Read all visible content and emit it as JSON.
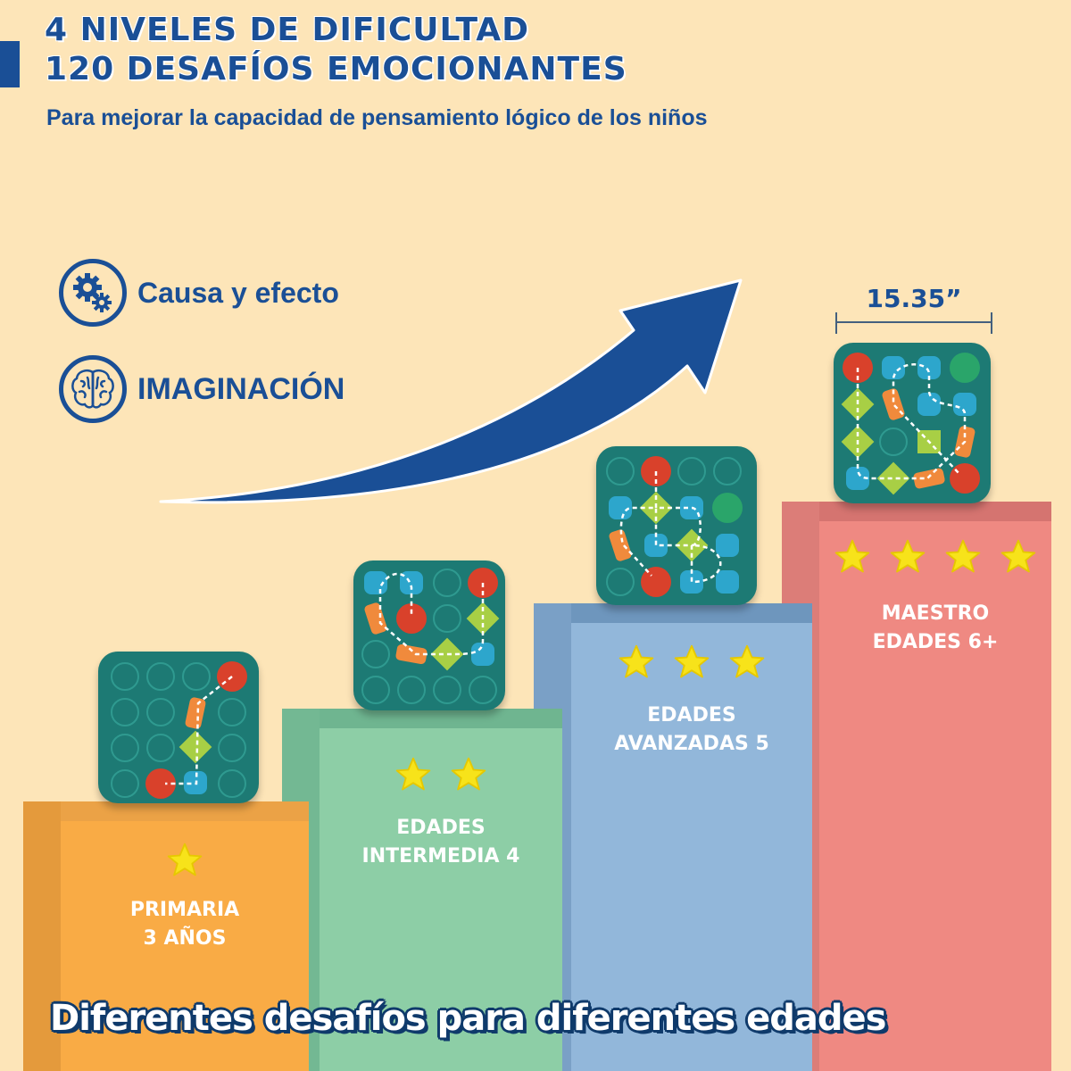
{
  "header": {
    "title_line1": "4 NIVELES DE DIFICULTAD",
    "title_line2": "120 DESAFÍOS EMOCIONANTES",
    "subtitle": "Para mejorar la capacidad de pensamiento lógico de los niños"
  },
  "features": [
    {
      "icon": "gears-icon",
      "label": "Causa y efecto"
    },
    {
      "icon": "brain-icon",
      "label": "IMAGINACIÓN"
    }
  ],
  "dimension": {
    "label": "15.35”"
  },
  "levels": [
    {
      "name": "PRIMARIA",
      "age": "3 AÑOS",
      "stars": 1,
      "color": "#f9ab45"
    },
    {
      "name": "EDADES",
      "age": "INTERMEDIA 4",
      "stars": 2,
      "color": "#8dcea6"
    },
    {
      "name": "EDADES",
      "age": "AVANZADAS 5",
      "stars": 3,
      "color": "#92b7da"
    },
    {
      "name": "MAESTRO",
      "age": "EDADES 6+",
      "stars": 4,
      "color": "#ef8982"
    }
  ],
  "footer": {
    "tagline": "Diferentes desafíos para diferentes edades"
  },
  "colors": {
    "background": "#fde5b8",
    "brand_blue": "#1a4f96",
    "board_teal": "#1d7a74",
    "star_yellow": "#f7e31a"
  }
}
